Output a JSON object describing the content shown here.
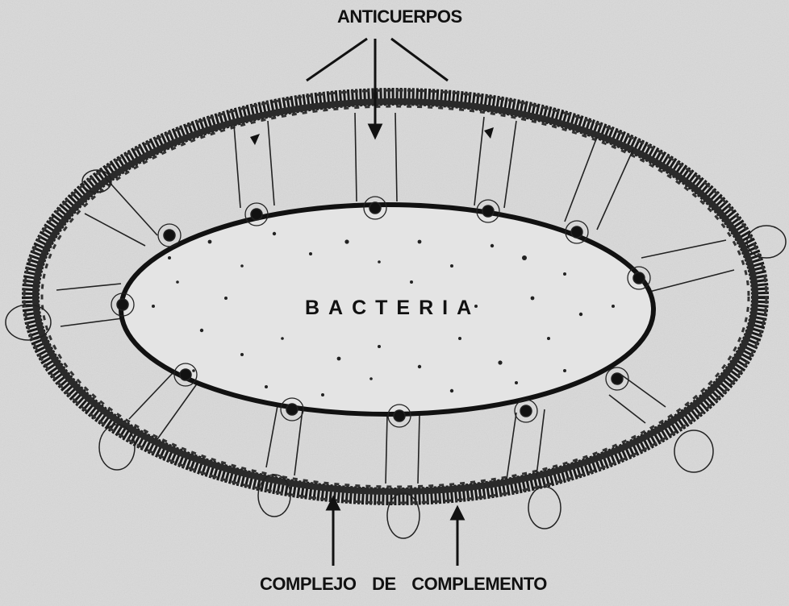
{
  "labels": {
    "antibodies": "ANTICUERPOS",
    "bacterium": "BACTERIA",
    "complement_complex": "COMPLEJO DE COMPLEMENTO"
  },
  "colors": {
    "background": "#d9d9d9",
    "ink": "#111111",
    "bacterium_fill": "#e4e4e4"
  }
}
